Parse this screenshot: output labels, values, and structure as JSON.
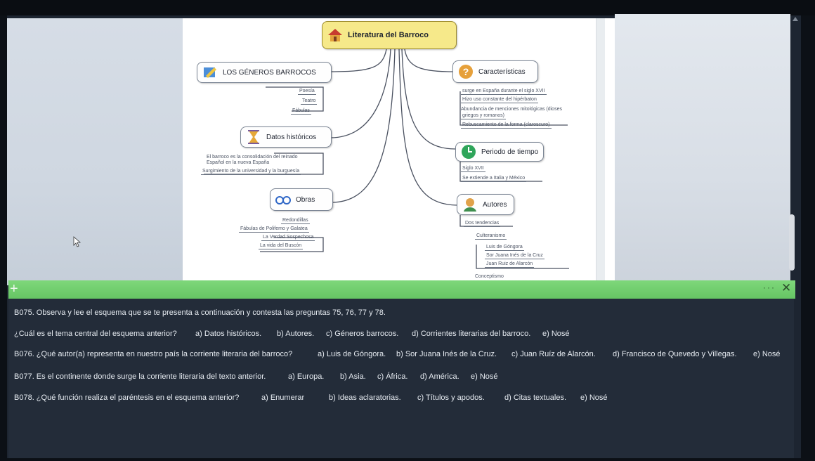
{
  "mindmap": {
    "title": "Literatura del Barroco",
    "generos": {
      "label": "LOS GÉNEROS BARROCOS",
      "items": [
        "Poesía",
        "Teatro",
        "Fábulas"
      ]
    },
    "datos": {
      "label": "Datos históricos",
      "items": [
        "El barroco es la consolidación del reinado",
        "Español en la nueva España",
        "Surgimiento de la universidad y la burguesía"
      ]
    },
    "obras": {
      "label": "Obras",
      "items": [
        "Redondillas",
        "Fábulas de Polifemo y Galatea",
        "La Verdad Sospechosa",
        "La vida del Buscón"
      ]
    },
    "caracteristicas": {
      "label": "Características",
      "items": [
        "surge en España durante el siglo XVII",
        "Hizo uso constante del hipérbaton",
        "Abundancia de menciones mitológicas (dioses",
        "griegos y romanos)",
        "Rebuscamiento de la forma (claroscuro)"
      ]
    },
    "periodo": {
      "label": "Periodo de tiempo",
      "items": [
        "Siglo XVII",
        "Se extiende a Italia y México"
      ]
    },
    "autores": {
      "label": "Autores",
      "items": [
        "Dos tendencias",
        "Culteranismo",
        "Luis de Góngora",
        "Sor Juana Inés de la Cruz",
        "Juan Ruiz de Alarcón",
        "Conceptismo"
      ]
    }
  },
  "window": {
    "plus": "+",
    "dots": "···",
    "close": "✕"
  },
  "questions": {
    "intro": "B075. Observa y lee el esquema que se te presenta a continuación y contesta las preguntas 75, 76, 77 y 78.",
    "q75": {
      "text": "¿Cuál es el tema central del esquema anterior?",
      "options": [
        "a) Datos históricos.",
        "b) Autores.",
        "c) Géneros barrocos.",
        "d) Corrientes literarias del barroco.",
        "e) Nosé"
      ]
    },
    "q76": {
      "text": "B076. ¿Qué autor(a) representa en nuestro país la corriente literaria del barroco?",
      "options": [
        "a) Luis de Góngora.",
        "b) Sor Juana Inés de la Cruz.",
        "c) Juan Ruíz de Alarcón.",
        "d) Francisco de Quevedo y Villegas.",
        "e) Nosé"
      ]
    },
    "q77": {
      "text": "B077. Es el continente donde surge la corriente literaria del texto anterior.",
      "options": [
        "a) Europa.",
        "b) Asia.",
        "c) África.",
        "d) América.",
        "e) Nosé"
      ]
    },
    "q78": {
      "text": "B078. ¿Qué función realiza el paréntesis en el esquema anterior?",
      "options": [
        "a) Enumerar",
        "b) Ideas aclaratorias.",
        "c) Títulos y apodos.",
        "d) Citas textuales.",
        "e) Nosé"
      ]
    }
  },
  "colors": {
    "green_bar": "#6fcf6c",
    "panel_bg": "#232c39",
    "title_box": "#f6e98a"
  }
}
